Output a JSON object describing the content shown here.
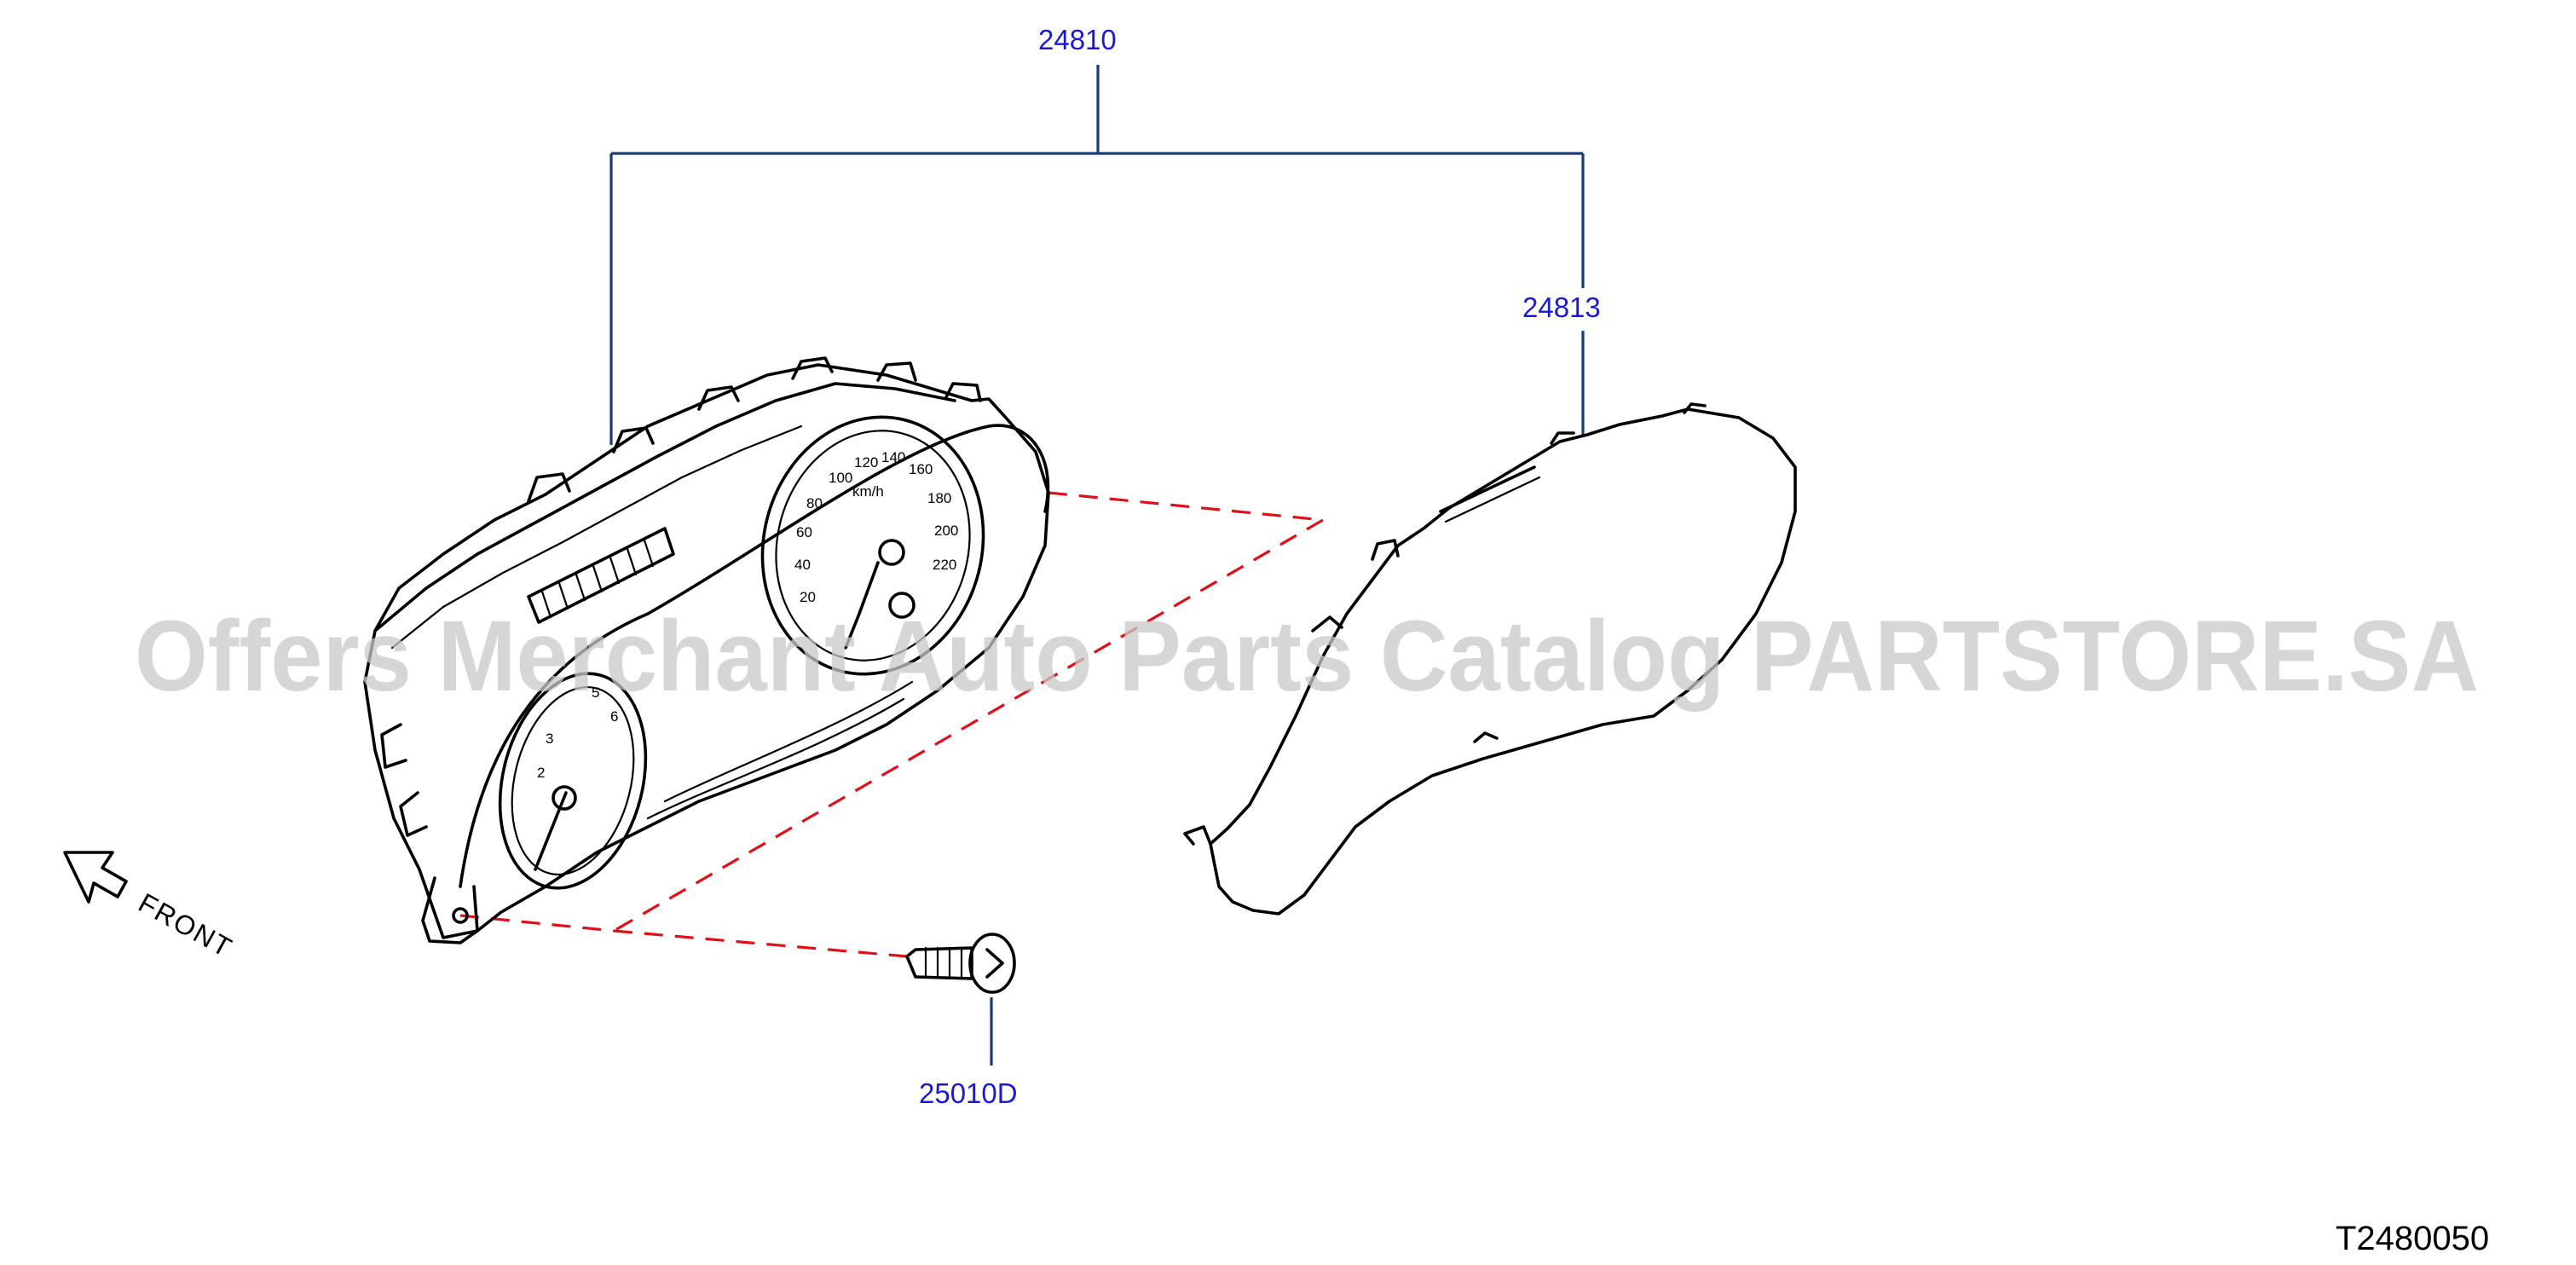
{
  "callouts": {
    "assembly": "24810",
    "lens": "24813",
    "screw": "25010D"
  },
  "direction_label": "FRONT",
  "diagram_ref": "T2480050",
  "watermark": "Offers Merchant Auto Parts Catalog PARTSTORE.SA",
  "dial_labels": {
    "speedo": [
      "100",
      "120",
      "140",
      "160",
      "180",
      "200",
      "220",
      "80",
      "60",
      "40",
      "20",
      "km/h"
    ],
    "tacho": [
      "5",
      "6",
      "3",
      "2"
    ]
  },
  "colors": {
    "callout_text": "#1a1ad6",
    "leader_line": "#1b3a7a",
    "dashed_line": "#e0101a",
    "watermark": "#c8c8c8",
    "ink": "#000000"
  },
  "icons": {
    "direction_arrow": "arrow-up-left-icon"
  }
}
